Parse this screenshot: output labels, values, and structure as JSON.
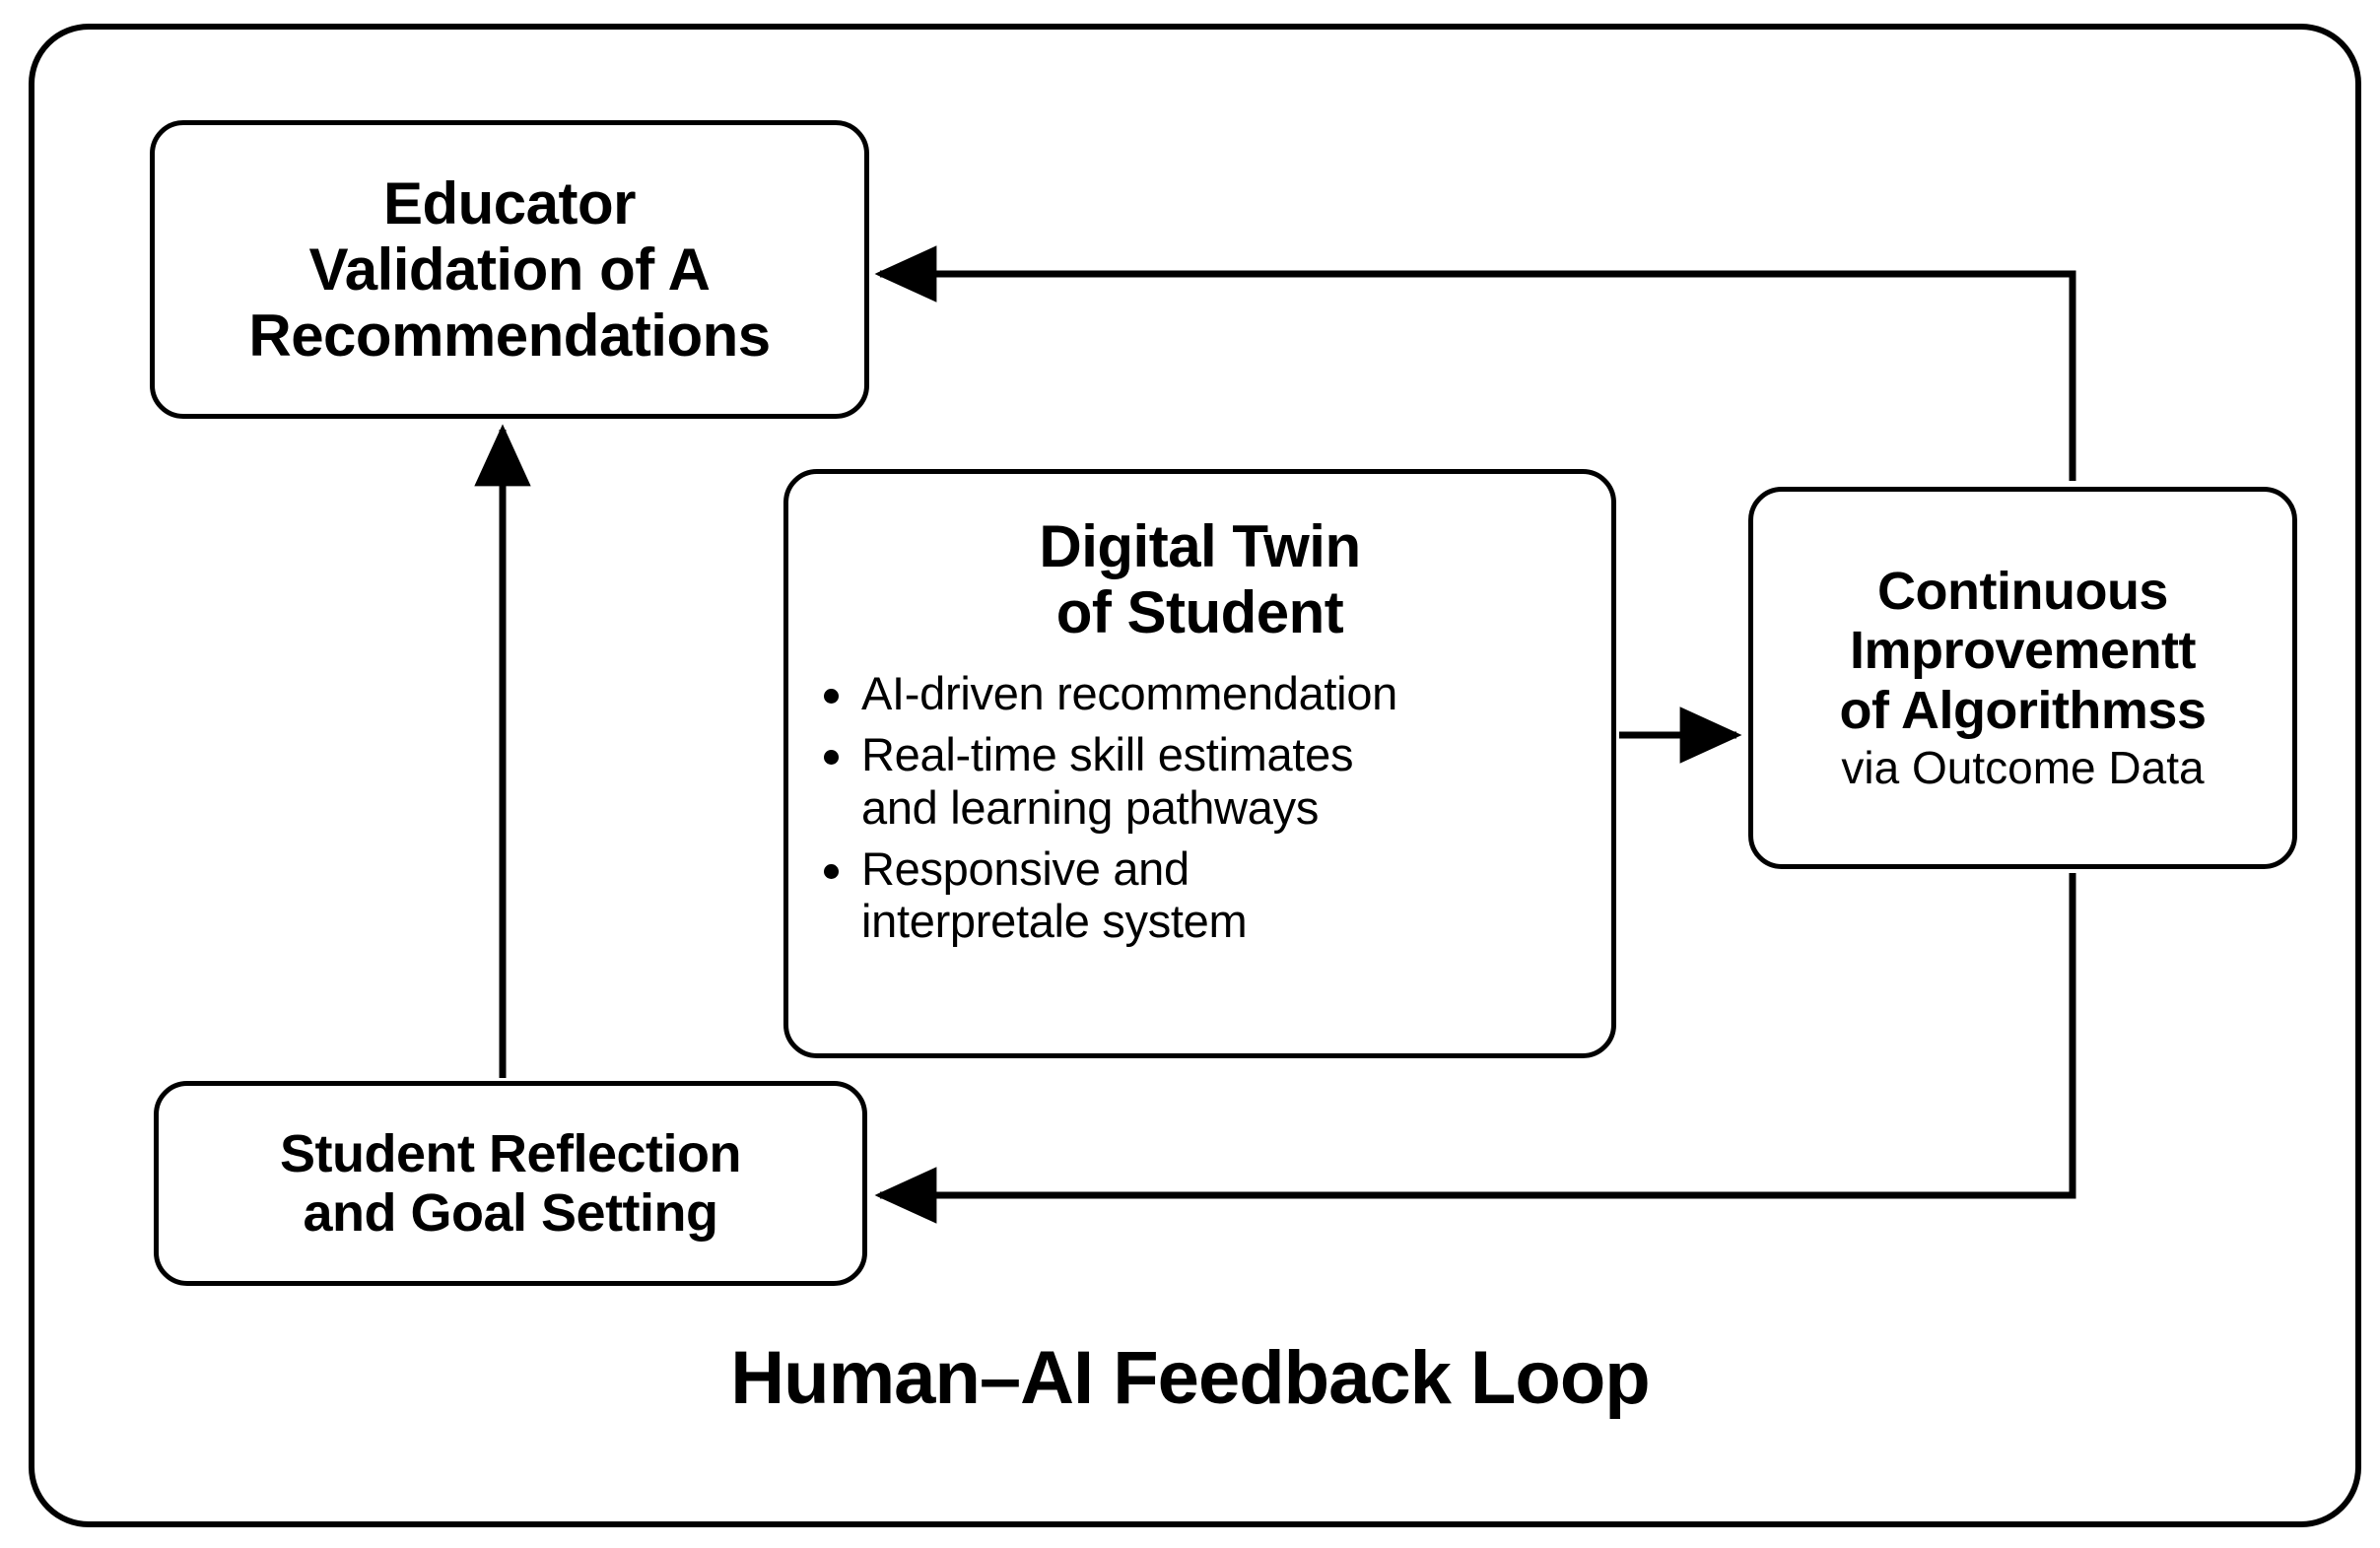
{
  "diagram": {
    "caption": "Human–AI Feedback Loop",
    "outer_border_color": "#000000",
    "node_border_color": "#000000",
    "background_color": "#ffffff",
    "text_color": "#000000"
  },
  "nodes": {
    "educator": {
      "line1": "Educator",
      "line2": "Validation of A",
      "line3": "Recommendations"
    },
    "digital_twin": {
      "line1": "Digital Twin",
      "line2": "of Student",
      "bullets": [
        "AI-driven recommendation",
        "Real-time skill estimates and learning pathways",
        "Responsive and interpretale system"
      ],
      "bullet_lines": {
        "b0_l1": "AI-driven recommendation",
        "b1_l1": "Real-time skill estimates",
        "b1_l2": "and learning pathways",
        "b2_l1": "Responsive and",
        "b2_l2": "interpretale system"
      }
    },
    "continuous_improvement": {
      "line1": "Continuous",
      "line2": "Improvementt",
      "line3": "of Algorithmss",
      "subtitle": "via Outcome Data"
    },
    "student_reflection": {
      "line1": "Student Reflection",
      "line2": "and Goal Setting"
    }
  },
  "connectors": [
    {
      "name": "digital-twin-to-continuous-improvement",
      "from": "digital_twin",
      "to": "continuous_improvement",
      "direction": "right"
    },
    {
      "name": "continuous-improvement-to-educator",
      "from": "continuous_improvement",
      "to": "educator",
      "direction": "left"
    },
    {
      "name": "continuous-improvement-to-student-reflection",
      "from": "continuous_improvement",
      "to": "student_reflection",
      "direction": "left"
    },
    {
      "name": "student-reflection-to-educator",
      "from": "student_reflection",
      "to": "educator",
      "direction": "up"
    }
  ]
}
